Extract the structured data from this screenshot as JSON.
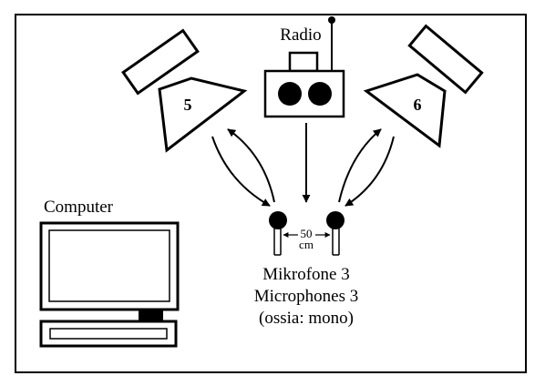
{
  "speakers": [
    {
      "label": "5"
    },
    {
      "label": "6"
    }
  ],
  "radio": {
    "label": "Radio"
  },
  "computer": {
    "label": "Computer"
  },
  "mic_spacing": {
    "value": "50",
    "unit": "cm"
  },
  "mic_caption": {
    "line1": "Mikrofone 3",
    "line2": "Microphones 3",
    "line3": "(ossia: mono)"
  },
  "colors": {
    "stroke": "#000000",
    "background": "#ffffff"
  }
}
